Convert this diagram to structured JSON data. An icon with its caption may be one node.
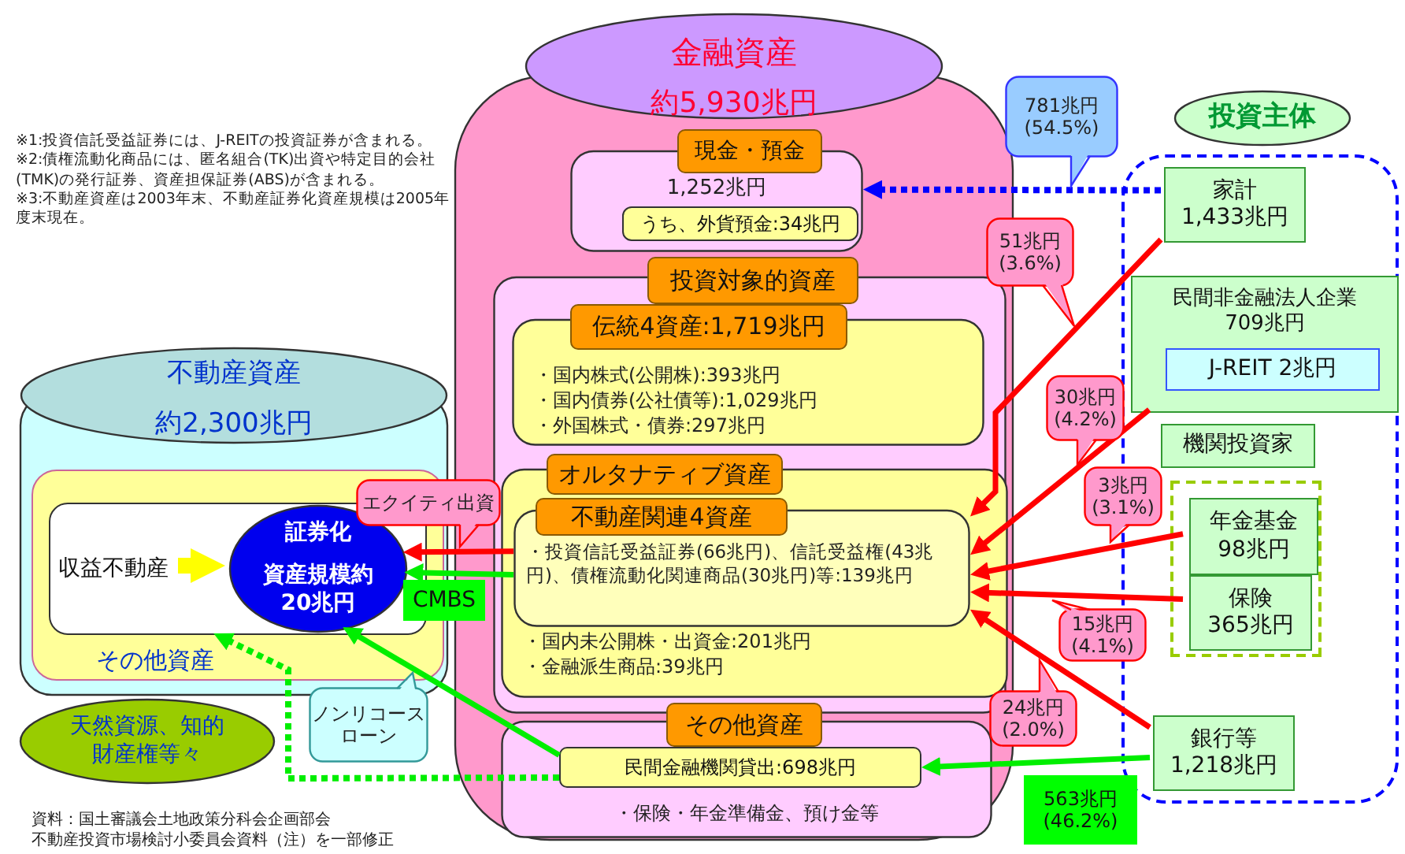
{
  "diagram": {
    "nodes": [
      {
        "text": [
          "金融資産",
          "約5,930兆円"
        ]
      },
      {
        "text": [
          "現金・預金",
          "1,252兆円"
        ],
        "in": 0
      },
      {
        "text": [
          "うち、外貨預金:34兆円"
        ],
        "in": 1
      },
      {
        "text": [
          "投資対象的資産"
        ],
        "in": 0
      },
      {
        "text": [
          "伝統4資産:1,719兆円",
          "・国内株式(公開株):393兆円",
          "・国内債券(公社債等):1,029兆円",
          "・外国株式・債券:297兆円"
        ],
        "in": 3
      },
      {
        "text": [
          "オルタナティブ資産",
          "・国内未公開株・出資金:201兆円",
          "・金融派生商品:39兆円"
        ],
        "in": 3
      },
      {
        "text": [
          "不動産関連4資産",
          "・投資信託受益証券(66兆円)、信託受益権(43兆円)、債権流動化関連商品(30兆円)等:139兆円"
        ],
        "in": 5
      },
      {
        "text": [
          "その他資産",
          "・保険・年金準備金、預け金等"
        ],
        "in": 0
      },
      {
        "text": [
          "民間金融機関貸出:698兆円"
        ],
        "in": 7
      },
      {
        "text": [
          "不動産資産",
          "約2,300兆円"
        ]
      },
      {
        "text": [
          "その他資産"
        ],
        "in": 9
      },
      {
        "text": [],
        "shape": "box",
        "in": 10
      },
      {
        "text": [
          "収益不動産"
        ],
        "in": 11
      },
      {
        "text": [
          "証券化",
          "資産規模約20兆円"
        ],
        "in": 11
      },
      {
        "text": [
          "天然資源、知的財産権等々"
        ]
      },
      {
        "text": [
          "投資主体"
        ]
      },
      {
        "text": [],
        "shape": "box"
      },
      {
        "text": [
          "家計",
          "1,433兆円"
        ],
        "in": 16
      },
      {
        "text": [
          "民間非金融法人企業",
          "709兆円"
        ],
        "in": 16
      },
      {
        "text": [
          "J-REIT 2兆円"
        ],
        "in": 18
      },
      {
        "text": [
          "機関投資家"
        ],
        "in": 16
      },
      {
        "text": [],
        "shape": "box",
        "in": 16
      },
      {
        "text": [
          "年金基金",
          "98兆円"
        ],
        "in": 21
      },
      {
        "text": [
          "保険",
          "365兆円"
        ],
        "in": 21
      },
      {
        "text": [
          "銀行等",
          "1,218兆円"
        ],
        "in": 16
      }
    ],
    "edges": [
      {
        "from": 17,
        "to": 1,
        "arrow": "to",
        "label": "781兆円 (54.5%)",
        "style": "dashed",
        "color": "#0000ff"
      },
      {
        "from": 17,
        "to": 6,
        "arrow": "to",
        "label": "51兆円 (3.6%)"
      },
      {
        "from": 18,
        "to": 6,
        "arrow": "to",
        "label": "30兆円 (4.2%)"
      },
      {
        "from": 22,
        "to": 6,
        "arrow": "to",
        "label": "3兆円 (3.1%)"
      },
      {
        "from": 23,
        "to": 6,
        "arrow": "to",
        "label": "15兆円 (4.1%)"
      },
      {
        "from": 24,
        "to": 6,
        "arrow": "to",
        "label": "24兆円 (2.0%)"
      },
      {
        "from": 24,
        "to": 8,
        "arrow": "to",
        "label": "563兆円 (46.2%)",
        "color": "#00ee00"
      },
      {
        "from": 6,
        "to": 13,
        "arrow": "to",
        "label": "エクイティ出資"
      },
      {
        "from": 6,
        "to": 13,
        "arrow": "to",
        "label": "CMBS",
        "color": "#00ee00"
      },
      {
        "from": 8,
        "to": 13,
        "arrow": "to",
        "label": "ノンリコースローン",
        "color": "#00ee00"
      },
      {
        "from": 8,
        "to": 11,
        "arrow": "to",
        "style": "dashed",
        "color": "#00ee00"
      },
      {
        "from": 12,
        "to": 13,
        "arrow": "to",
        "style": "thick",
        "color": "#ffff00"
      }
    ],
    "labels": [
      "※1:投資信託受益証券には、J-REITの投資証券が含まれる。",
      "※2:債権流動化商品には、匿名組合(TK)出資や特定目的会社(TMK)の発行証券、資産担保証券(ABS)が含まれる。",
      "※3:不動産資産は2003年末、不動産証券化資産規模は2005年度末現在。",
      "資料：国土審議会土地政策分科会企画部会",
      "不動産投資市場検討小委員会資料（注）を一部修正"
    ]
  }
}
